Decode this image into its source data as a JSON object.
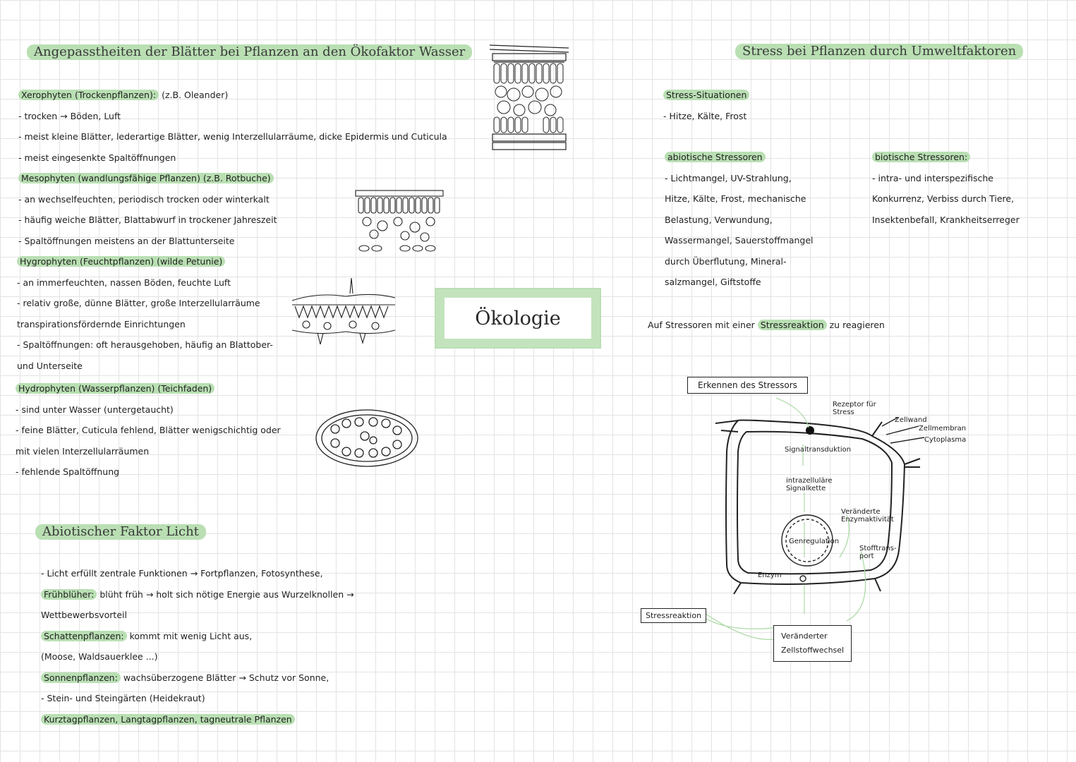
{
  "left": {
    "heading": "Angepasstheiten der Blätter bei Pflanzen an den Ökofaktor Wasser",
    "xero": {
      "title": "Xerophyten (Trockenpflanzen):",
      "title_suffix": "(z.B. Oleander)",
      "lines": [
        "- trocken → Böden, Luft",
        "- meist kleine Blätter, lederartige Blätter, wenig Interzellularräume, dicke Epidermis und Cuticula",
        "- meist eingesenkte Spaltöffnungen"
      ]
    },
    "meso": {
      "title": "Mesophyten (wandlungsfähige Pflanzen) (z.B. Rotbuche)",
      "lines": [
        "- an wechselfeuchten, periodisch trocken oder winterkalt",
        "- häufig weiche Blätter, Blattabwurf in trockener Jahreszeit",
        "- Spaltöffnungen meistens an der Blattunterseite"
      ]
    },
    "hygro": {
      "title": "Hygrophyten (Feuchtpflanzen) (wilde Petunie)",
      "lines": [
        "- an immerfeuchten, nassen Böden, feuchte Luft",
        "- relativ große, dünne Blätter, große Interzellularräume",
        "transpirationsfördernde Einrichtungen",
        "- Spaltöffnungen: oft herausgehoben, häufig an Blattober-",
        "und Unterseite"
      ]
    },
    "hydro": {
      "title": "Hydrophyten (Wasserpflanzen) (Teichfaden)",
      "lines": [
        "- sind unter Wasser (untergetaucht)",
        "- feine Blätter, Cuticula fehlend, Blätter wenigschichtig oder",
        "mit vielen Interzellularräumen",
        "- fehlende Spaltöffnung"
      ]
    }
  },
  "licht": {
    "heading": "Abiotischer Faktor Licht",
    "line1": "- Licht erfüllt zentrale Funktionen → Fortpflanzen, Fotosynthese,",
    "fruh_label": "Frühblüher:",
    "fruh_text": "blüht früh → holt sich nötige Energie aus Wurzelknollen →",
    "fruh_cont": "Wettbewerbsvorteil",
    "schatten_label": "Schattenpflanzen:",
    "schatten_text": "kommt mit wenig Licht aus,",
    "schatten_cont": "(Moose, Waldsauerklee ...)",
    "sonnen_label": "Sonnenpflanzen:",
    "sonnen_text": "wachsüberzogene Blätter → Schutz vor Sonne,",
    "sonnen_cont": "- Stein- und Steingärten (Heidekraut)",
    "last": "Kurztagpflanzen, Langtagpflanzen, tagneutrale Pflanzen"
  },
  "center": {
    "title": "Ökologie"
  },
  "right": {
    "heading": "Stress bei Pflanzen durch Umweltfaktoren",
    "situ_title": "Stress-Situationen",
    "situ_line": "- Hitze, Kälte, Frost",
    "abio_title": "abiotische Stressoren",
    "abio_lines": [
      "- Lichtmangel, UV-Strahlung,",
      "Hitze, Kälte, Frost, mechanische",
      "Belastung, Verwundung,",
      "Wassermangel, Sauerstoffmangel",
      "durch Überflutung, Mineral-",
      "salzmangel, Giftstoffe"
    ],
    "bio_title": "biotische Stressoren:",
    "bio_lines": [
      "- intra- und interspezifische",
      "Konkurrenz, Verbiss durch Tiere,",
      "Insektenbefall, Krankheitserreger"
    ],
    "reaction_pre": "Auf Stressoren mit einer",
    "reaction_hl": "Stressreaktion",
    "reaction_post": "zu reagieren"
  },
  "diagram": {
    "erkennen": "Erkennen des Stressors",
    "rezeptor": "Rezeptor für Stress",
    "zellwand": "Zellwand",
    "zellmembran": "Zellmembran",
    "cytoplasma": "Cytoplasma",
    "signaltrans": "Signaltransduktion",
    "intrazell": "intrazelluläre Signalkette",
    "enzymaktivitaet": "Veränderte Enzymaktivität",
    "genregulation": "Genregulation",
    "stofftransport": "Stofftrans-port",
    "enzym": "Enzym",
    "stressreaktion": "Stressreaktion",
    "veraenderter": "Veränderter",
    "zellstoffwechsel": "Zellstoffwechsel"
  },
  "colors": {
    "highlight": "#b9dfb3",
    "grid": "#e3e3e3",
    "ink": "#1d1d1d"
  }
}
